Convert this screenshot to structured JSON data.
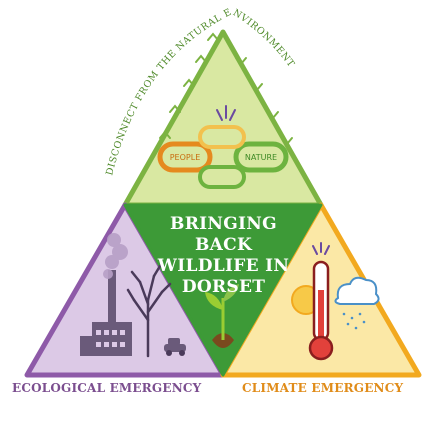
{
  "diagram": {
    "top_arc_text": "DISCONNECT FROM THE NATURAL ENVIRONMENT",
    "center_title_lines": [
      "BRINGING BACK",
      "WILDLIFE IN",
      "DORSET"
    ],
    "chain_links": [
      "PEOPLE",
      "NATURE"
    ],
    "bottom_left_label": "ECOLOGICAL EMERGENCY",
    "bottom_right_label": "CLIMATE EMERGENCY"
  },
  "colors": {
    "top_fill": "#d9e8a2",
    "top_border": "#7cb342",
    "center_fill": "#3d9a37",
    "left_fill": "#dcc9e6",
    "left_border": "#8e5aa8",
    "right_fill": "#fbe8a6",
    "right_border": "#f2a91f",
    "eco_text": "#7b4e8f",
    "climate_text": "#e08c1a"
  }
}
